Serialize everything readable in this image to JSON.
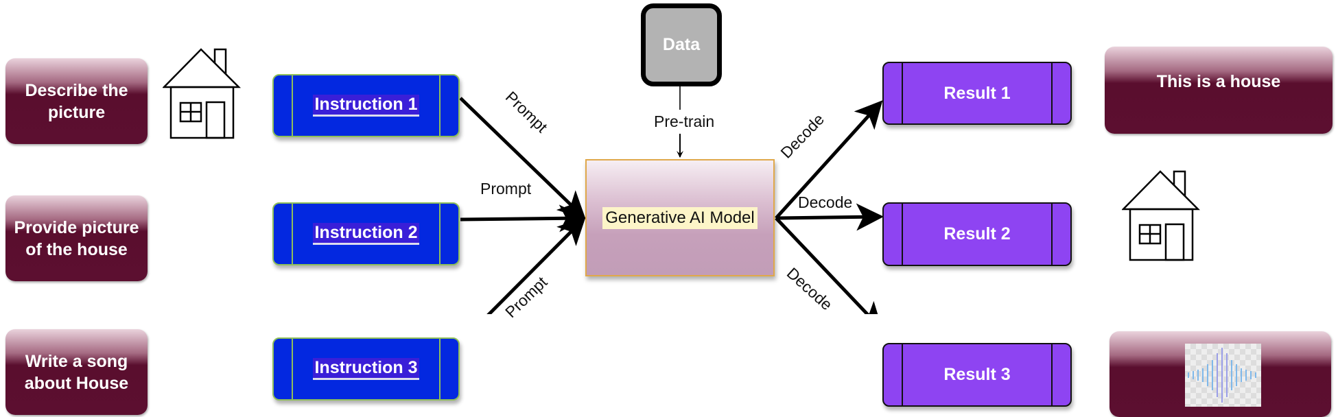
{
  "inputs": [
    {
      "label": "Describe the picture"
    },
    {
      "label": "Provide picture of the house"
    },
    {
      "label": "Write a song about House"
    }
  ],
  "instructions": [
    {
      "label": "Instruction 1"
    },
    {
      "label": "Instruction 2"
    },
    {
      "label": "Instruction 3"
    }
  ],
  "edges": {
    "prompt": "Prompt",
    "decode": "Decode",
    "pretrain": "Pre-train"
  },
  "data_node": {
    "label": "Data"
  },
  "model": {
    "label": "Generative AI Model"
  },
  "results": [
    {
      "label": "Result 1"
    },
    {
      "label": "Result 2"
    },
    {
      "label": "Result 3"
    }
  ],
  "outputs": {
    "text": "This is a house",
    "image_icon": "house-icon",
    "audio_icon": "sound-wave-icon"
  },
  "colors": {
    "input_maroon": "#5c0f30",
    "instruction_blue": "#0328e0",
    "result_purple": "#8e44f2",
    "data_gray": "#b3b3b3",
    "model_mauve": "#c29db8"
  }
}
